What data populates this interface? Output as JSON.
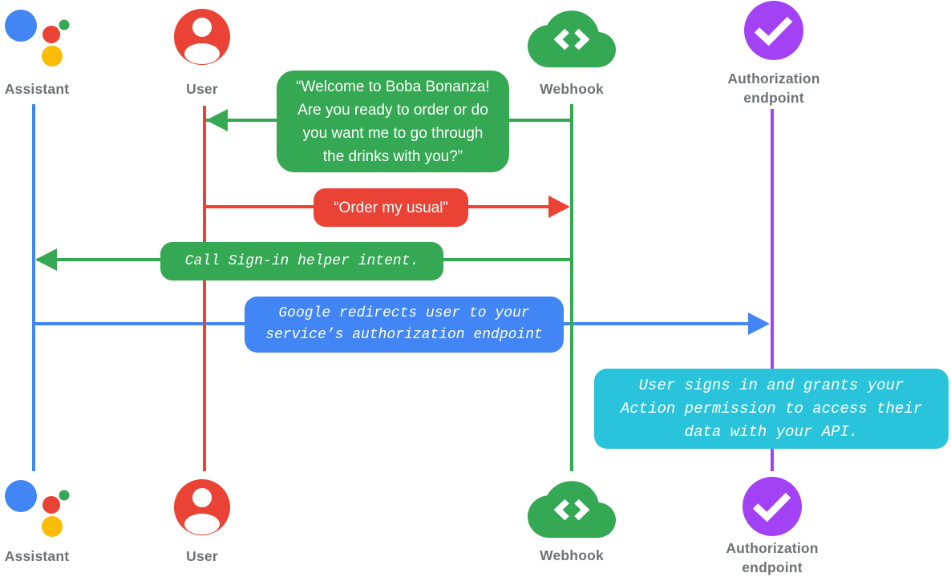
{
  "colors": {
    "green": "#34A853",
    "red": "#EA4335",
    "blue": "#4285F4",
    "yellow": "#FBBC05",
    "purple": "#A342F4",
    "cyan": "#29C4DB",
    "label_gray": "#6E7276",
    "bubble_text": "#FFFFFF"
  },
  "actors": [
    {
      "id": "assistant",
      "label": "Assistant",
      "icon": "google-assistant-icon",
      "lifeline_color": "#4285F4"
    },
    {
      "id": "user",
      "label": "User",
      "icon": "user-icon",
      "lifeline_color": "#EA4335"
    },
    {
      "id": "webhook",
      "label": "Webhook",
      "icon": "webhook-cloud-icon",
      "lifeline_color": "#34A853"
    },
    {
      "id": "authorization-endpoint",
      "label": "Authorization\nendpoint",
      "icon": "auth-check-icon",
      "lifeline_color": "#A342F4"
    }
  ],
  "messages": [
    {
      "id": "welcome",
      "from": "webhook",
      "to": "user",
      "style": "sans",
      "color": "#34A853",
      "text": "“Welcome to Boba Bonanza!\nAre you ready to order or do\nyou want me to go through\nthe drinks with you?”"
    },
    {
      "id": "order",
      "from": "user",
      "to": "webhook",
      "style": "sans",
      "color": "#EA4335",
      "text": "“Order my usual”"
    },
    {
      "id": "signin",
      "from": "webhook",
      "to": "assistant",
      "style": "mono-italic",
      "color": "#34A853",
      "text": "Call Sign-in helper intent."
    },
    {
      "id": "redirect",
      "from": "assistant",
      "to": "authorization-endpoint",
      "style": "mono-italic",
      "color": "#4285F4",
      "text": "Google redirects user to your\nservice’s authorization endpoint"
    },
    {
      "id": "signin-note",
      "at": "authorization-endpoint",
      "style": "mono-italic",
      "color": "#29C4DB",
      "text": "User signs in and grants your\nAction permission to access their\ndata with your API."
    }
  ]
}
